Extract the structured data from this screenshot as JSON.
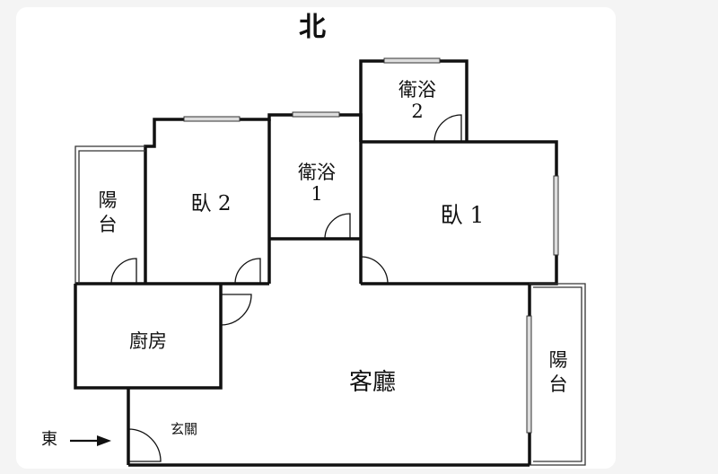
{
  "labels": {
    "north": "北",
    "bathroom_2": [
      "衛浴",
      "2"
    ],
    "bathroom_1": [
      "衛浴",
      "1"
    ],
    "bedroom_2": "臥 2",
    "bedroom_1": "臥 1",
    "balcony_west": [
      "陽",
      "台"
    ],
    "balcony_east": [
      "陽",
      "台"
    ],
    "kitchen": "廚房",
    "living_room": "客廳",
    "entrance": "玄關",
    "east": "東"
  },
  "colors": {
    "wall": "#111111",
    "thin_line": "#333333",
    "window_fill": "#cccccc",
    "floor": "#ffffff",
    "background": "#f4f4f4"
  }
}
